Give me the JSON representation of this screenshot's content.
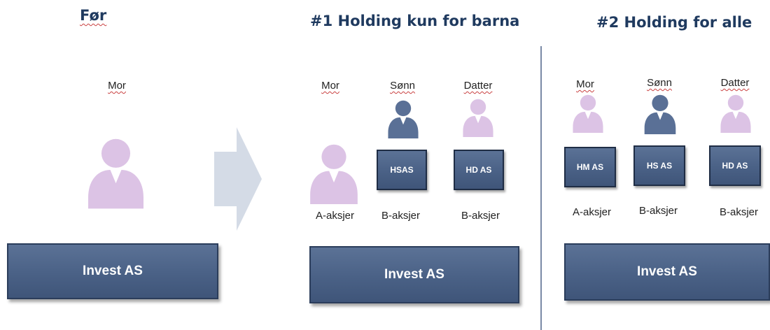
{
  "headings": {
    "before": "Før",
    "option1": "#1 Holding kun for barna",
    "option2": "#2 Holding for alle"
  },
  "colors": {
    "heading": "#1f3a5f",
    "box_fill": "#4a6186",
    "person_female": "#dcc3e5",
    "person_male": "#5a7096",
    "arrow": "#d4dbe6"
  },
  "before": {
    "person_label": "Mor",
    "company": "Invest AS"
  },
  "option1": {
    "persons": [
      {
        "label": "Mor",
        "icon": "person-female-icon",
        "holding": "",
        "shares": "A-aksjer"
      },
      {
        "label": "Sønn",
        "icon": "person-male-icon",
        "holding": "HSAS",
        "shares": "B-aksjer"
      },
      {
        "label": "Datter",
        "icon": "person-female-icon",
        "holding": "HD AS",
        "shares": "B-aksjer"
      }
    ],
    "company": "Invest AS"
  },
  "option2": {
    "persons": [
      {
        "label": "Mor",
        "icon": "person-female-icon",
        "holding": "HM AS",
        "shares": "A-aksjer"
      },
      {
        "label": "Sønn",
        "icon": "person-male-icon",
        "holding": "HS AS",
        "shares": "B-aksjer"
      },
      {
        "label": "Datter",
        "icon": "person-female-icon",
        "holding": "HD AS",
        "shares": "B-aksjer"
      }
    ],
    "company": "Invest AS"
  }
}
